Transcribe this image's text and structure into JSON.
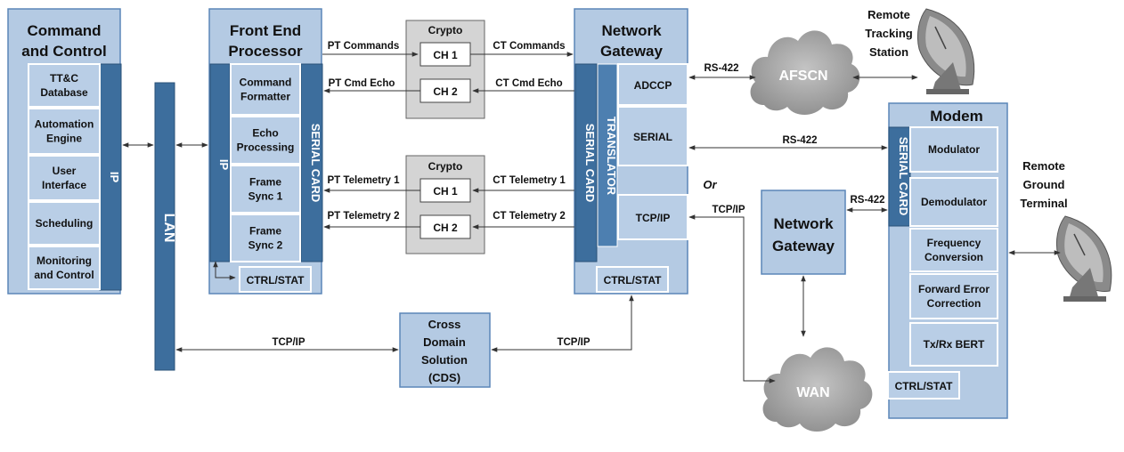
{
  "command_control": {
    "title_line1": "Command",
    "title_line2": "and Control",
    "items": [
      [
        "TT&C",
        "Database"
      ],
      [
        "Automation",
        "Engine"
      ],
      [
        "User",
        "Interface"
      ],
      [
        "Scheduling"
      ],
      [
        "Monitoring",
        "and Control"
      ]
    ],
    "ip_label": "IP"
  },
  "lan_label": "LAN",
  "fep": {
    "title_line1": "Front End",
    "title_line2": "Processor",
    "ip_label": "IP",
    "serial_card_label": "SERIAL CARD",
    "items": [
      [
        "Command",
        "Formatter"
      ],
      [
        "Echo",
        "Processing"
      ],
      [
        "Frame",
        "Sync 1"
      ],
      [
        "Frame",
        "Sync 2"
      ]
    ],
    "ctrl_stat": "CTRL/STAT"
  },
  "crypto_top": {
    "title": "Crypto",
    "ch1": "CH 1",
    "ch2": "CH 2"
  },
  "crypto_bottom": {
    "title": "Crypto",
    "ch1": "CH 1",
    "ch2": "CH 2"
  },
  "links": {
    "pt_commands": "PT Commands",
    "pt_cmd_echo": "PT Cmd Echo",
    "ct_commands": "CT Commands",
    "ct_cmd_echo": "CT Cmd Echo",
    "pt_telemetry_1": "PT Telemetry 1",
    "pt_telemetry_2": "PT Telemetry 2",
    "ct_telemetry_1": "CT Telemetry 1",
    "ct_telemetry_2": "CT Telemetry 2",
    "rs422_afscn": "RS-422",
    "rs422_modem": "RS-422",
    "rs422_ng2": "RS-422",
    "tcpip_ng": "TCP/IP",
    "tcpip_lan_cds": "TCP/IP",
    "tcpip_cds_ng": "TCP/IP",
    "or_label": "Or"
  },
  "network_gateway": {
    "title_line1": "Network",
    "title_line2": "Gateway",
    "serial_card_label": "SERIAL CARD",
    "translator_label": "TRANSLATOR",
    "items": [
      "ADCCP",
      "SERIAL",
      "TCP/IP"
    ],
    "ctrl_stat": "CTRL/STAT"
  },
  "cds": {
    "lines": [
      "Cross",
      "Domain",
      "Solution",
      "(CDS)"
    ]
  },
  "afscn_label": "AFSCN",
  "wan_label": "WAN",
  "remote_tracking": {
    "lines": [
      "Remote",
      "Tracking",
      "Station"
    ]
  },
  "remote_ground": {
    "lines": [
      "Remote",
      "Ground",
      "Terminal"
    ]
  },
  "network_gateway_2": {
    "title_line1": "Network",
    "title_line2": "Gateway"
  },
  "modem": {
    "title": "Modem",
    "serial_card_label": "SERIAL CARD",
    "items": [
      [
        "Modulator"
      ],
      [
        "Demodulator"
      ],
      [
        "Frequency",
        "Conversion"
      ],
      [
        "Forward Error",
        "Correction"
      ],
      [
        "Tx/Rx BERT"
      ]
    ],
    "ctrl_stat": "CTRL/STAT"
  },
  "colors": {
    "box_fill": "#b4cae3",
    "box_stroke": "#5b86b8",
    "bar_fill": "#3d6e9d",
    "crypto_fill": "#d4d4d4",
    "cloud_fill": "#a9a9a9"
  }
}
